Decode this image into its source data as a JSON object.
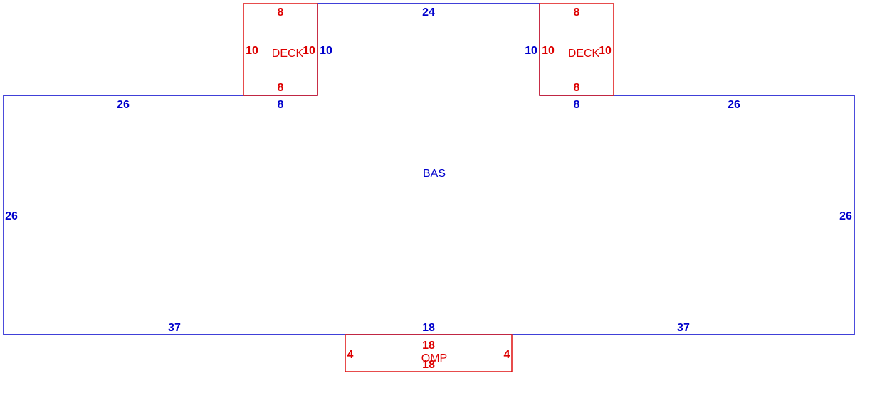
{
  "colors": {
    "base": "#0000cc",
    "addon": "#dd0000"
  },
  "bas": {
    "name": "BAS",
    "top_left": "26",
    "top_left_deck": "8",
    "top_center": "24",
    "top_right_deck": "8",
    "top_right": "26",
    "left_deck_side": "10",
    "right_deck_side": "10",
    "left": "26",
    "right": "26",
    "bottom_left": "37",
    "bottom_center": "18",
    "bottom_right": "37"
  },
  "deck_left": {
    "name": "DECK",
    "top": "8",
    "bottom": "8",
    "left": "10",
    "right": "10"
  },
  "deck_right": {
    "name": "DECK",
    "top": "8",
    "bottom": "8",
    "left": "10",
    "right": "10"
  },
  "omp": {
    "name": "OMP",
    "top": "18",
    "bottom": "18",
    "left": "4",
    "right": "4"
  }
}
